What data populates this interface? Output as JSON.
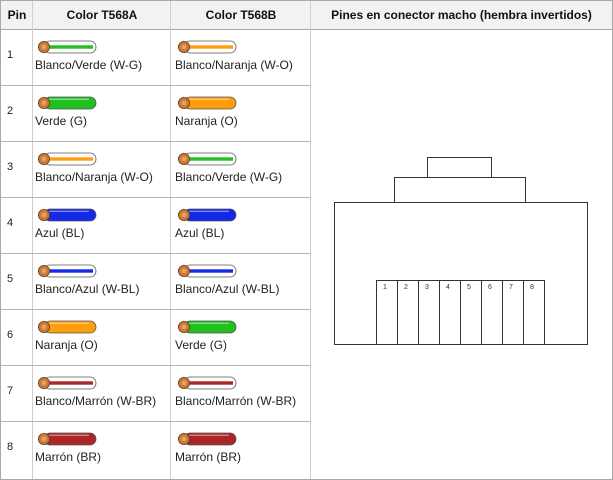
{
  "header": {
    "pin": "Pin",
    "t568a": "Color T568A",
    "t568b": "Color T568B",
    "connector": "Pines en conector macho (hembra invertidos)"
  },
  "colors": {
    "white": "#ffffff",
    "green": "#1fc01f",
    "orange": "#ff9e0c",
    "blue": "#1428e8",
    "brown": "#ab2626",
    "copper": "#c9793a",
    "grid": "#b5b5b5",
    "header_bg": "#f2f2f2"
  },
  "rows": [
    {
      "pin": "1",
      "a": {
        "label": "Blanco/Verde (W-G)",
        "base": "white",
        "stripe": "green"
      },
      "b": {
        "label": "Blanco/Naranja (W-O)",
        "base": "white",
        "stripe": "orange"
      }
    },
    {
      "pin": "2",
      "a": {
        "label": "Verde (G)",
        "base": "green",
        "stripe": ""
      },
      "b": {
        "label": "Naranja (O)",
        "base": "orange",
        "stripe": ""
      }
    },
    {
      "pin": "3",
      "a": {
        "label": "Blanco/Naranja (W-O)",
        "base": "white",
        "stripe": "orange"
      },
      "b": {
        "label": "Blanco/Verde (W-G)",
        "base": "white",
        "stripe": "green"
      }
    },
    {
      "pin": "4",
      "a": {
        "label": "Azul (BL)",
        "base": "blue",
        "stripe": ""
      },
      "b": {
        "label": "Azul (BL)",
        "base": "blue",
        "stripe": ""
      }
    },
    {
      "pin": "5",
      "a": {
        "label": "Blanco/Azul (W-BL)",
        "base": "white",
        "stripe": "blue"
      },
      "b": {
        "label": "Blanco/Azul (W-BL)",
        "base": "white",
        "stripe": "blue"
      }
    },
    {
      "pin": "6",
      "a": {
        "label": "Naranja (O)",
        "base": "orange",
        "stripe": ""
      },
      "b": {
        "label": "Verde (G)",
        "base": "green",
        "stripe": ""
      }
    },
    {
      "pin": "7",
      "a": {
        "label": "Blanco/Marrón (W-BR)",
        "base": "white",
        "stripe": "brown"
      },
      "b": {
        "label": "Blanco/Marrón (W-BR)",
        "base": "white",
        "stripe": "brown"
      }
    },
    {
      "pin": "8",
      "a": {
        "label": "Marrón (BR)",
        "base": "brown",
        "stripe": ""
      },
      "b": {
        "label": "Marrón (BR)",
        "base": "brown",
        "stripe": ""
      }
    }
  ],
  "connector": {
    "icon": "rj45-connector-icon",
    "pins": [
      "1",
      "2",
      "3",
      "4",
      "5",
      "6",
      "7",
      "8"
    ]
  }
}
